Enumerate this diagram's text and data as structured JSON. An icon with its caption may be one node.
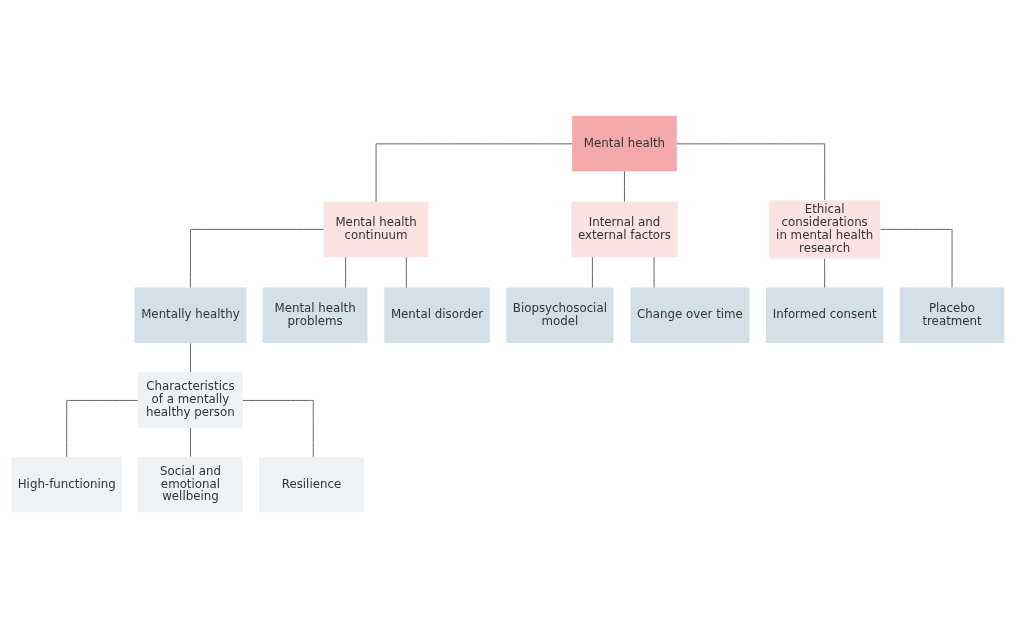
{
  "diagram": {
    "nodes": [
      {
        "text": [
          "Mental health"
        ]
      },
      {
        "text": [
          "Mental health continuum"
        ]
      },
      {
        "text": [
          "Internal and external factors"
        ]
      },
      {
        "text": [
          "Ethical considerations in mental health research"
        ]
      },
      {
        "text": [
          "Mentally healthy"
        ]
      },
      {
        "text": [
          "Mental health problems"
        ]
      },
      {
        "text": [
          "Mental disorder"
        ]
      },
      {
        "text": [
          "Biopsychosocial model"
        ]
      },
      {
        "text": [
          "Change over time"
        ]
      },
      {
        "text": [
          "Informed consent"
        ]
      },
      {
        "text": [
          "Placebo treatment"
        ]
      },
      {
        "text": [
          "Characteristics of a mentally healthy person"
        ]
      },
      {
        "text": [
          "High-functioning"
        ]
      },
      {
        "text": [
          "Social and emotional wellbeing"
        ]
      },
      {
        "text": [
          "Resilience"
        ]
      }
    ],
    "edges": [
      {
        "from": 0,
        "to": 1,
        "arrow": "none"
      },
      {
        "from": 0,
        "to": 2,
        "arrow": "none"
      },
      {
        "from": 0,
        "to": 3,
        "arrow": "none"
      },
      {
        "from": 1,
        "to": 4,
        "arrow": "none"
      },
      {
        "from": 1,
        "to": 5,
        "arrow": "none"
      },
      {
        "from": 1,
        "to": 6,
        "arrow": "none"
      },
      {
        "from": 2,
        "to": 7,
        "arrow": "none"
      },
      {
        "from": 2,
        "to": 8,
        "arrow": "none"
      },
      {
        "from": 3,
        "to": 9,
        "arrow": "none"
      },
      {
        "from": 3,
        "to": 10,
        "arrow": "none"
      },
      {
        "from": 4,
        "to": 11,
        "arrow": "none"
      },
      {
        "from": 11,
        "to": 12,
        "arrow": "none"
      },
      {
        "from": 11,
        "to": 13,
        "arrow": "none"
      },
      {
        "from": 11,
        "to": 14,
        "arrow": "none"
      }
    ]
  }
}
